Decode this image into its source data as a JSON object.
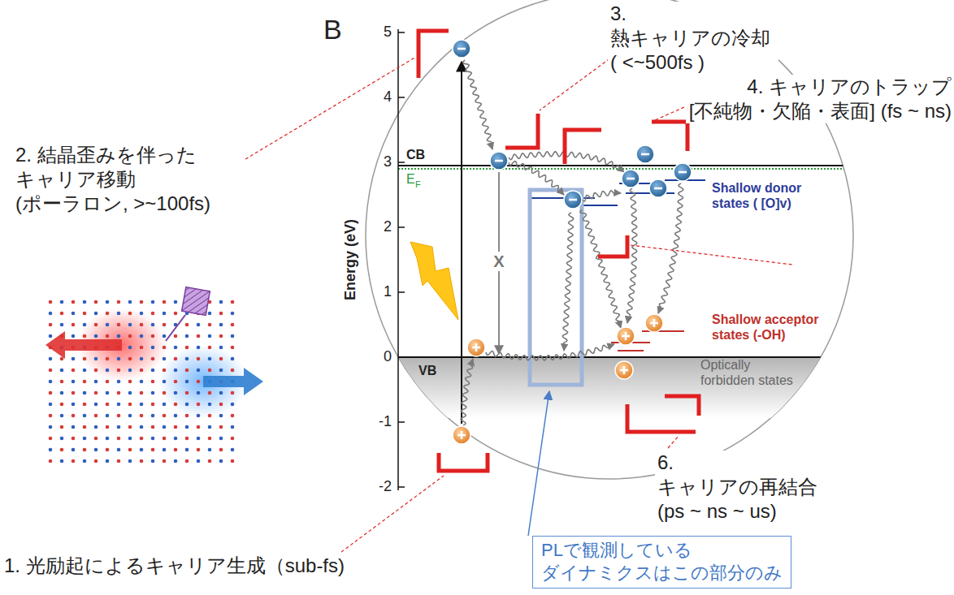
{
  "diagram": {
    "nodes": [
      {
        "text": [
          "PLで観測している ダイナミクスはこの部分のみ"
        ]
      }
    ],
    "labels": [
      "B",
      "5",
      "4",
      "3",
      "2",
      "1",
      "0",
      "-1",
      "-2",
      "Energy (eV)",
      "CB",
      "E",
      "F",
      "VB",
      "X",
      "Shallow donor states ( [O]v)",
      "Shallow acceptor states (-OH)",
      "Optically forbidden states",
      "3. 熱キャリアの冷却 ( <~500fs )",
      "4. キャリアのトラップ [不純物・欠陥・表面] (fs ~ ns)",
      "2. 結晶歪みを伴った キャリア移動 (ポーラロン, >~100fs)",
      "6. キャリアの再結合 (ps ~ ns ~ us)",
      "1. 光励起によるキャリア生成（sub-fs)"
    ]
  }
}
